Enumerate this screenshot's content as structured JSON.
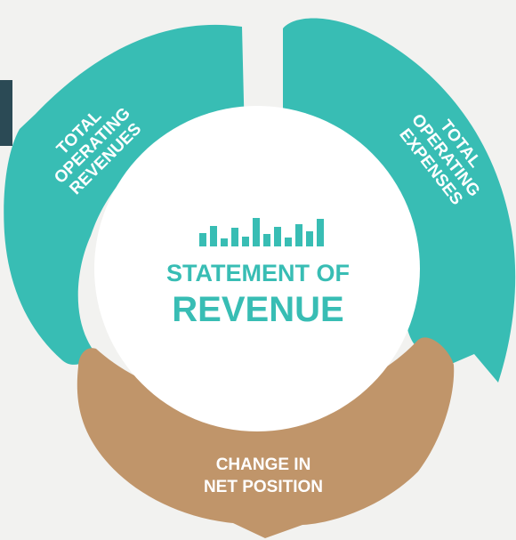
{
  "colors": {
    "background": "#f2f2f0",
    "teal": "#38bdb4",
    "tan": "#c0956a",
    "center": "#ffffff",
    "dark_edge": "#2b4a55"
  },
  "center": {
    "icon": "bar-chart-icon",
    "line1": "STATEMENT OF",
    "line2": "REVENUE"
  },
  "segments": {
    "left": {
      "lines": [
        "TOTAL",
        "OPERATING",
        "REVENUES"
      ]
    },
    "right": {
      "lines": [
        "TOTAL",
        "OPERATING",
        "EXPENSES"
      ]
    },
    "bottom": {
      "lines": [
        "CHANGE IN",
        "NET POSITION"
      ]
    }
  }
}
